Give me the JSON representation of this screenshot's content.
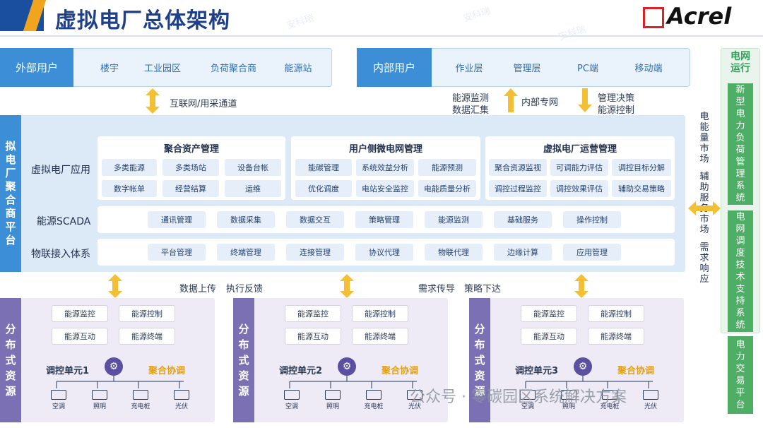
{
  "header": {
    "title": "虚拟电厂总体架构",
    "logo": "Acrel",
    "watermark": "安科瑞"
  },
  "external_users": {
    "label": "外部用户",
    "items": [
      "楼宇",
      "工业园区",
      "负荷聚合商",
      "能源站"
    ]
  },
  "internal_users": {
    "label": "内部用户",
    "items": [
      "作业层",
      "管理层",
      "PC端",
      "移动端"
    ]
  },
  "channels": {
    "internet": "互联网/用采通道",
    "monitor": "能源监测",
    "aggregate": "数据汇集",
    "private_net": "内部专网",
    "decision": "管理决策",
    "control": "能源控制"
  },
  "platform": {
    "title": "拟电厂聚合商平台",
    "app_label": "虚拟电厂应用",
    "cards": [
      {
        "title": "聚合资产管理",
        "chips": [
          "多类能源",
          "多类场站",
          "设备台帐",
          "数字帐单",
          "经营结算",
          "运维"
        ]
      },
      {
        "title": "用户侧微电网管理",
        "chips": [
          "能碳管理",
          "系统效益分析",
          "能源预测",
          "优化调度",
          "电站安全监控",
          "电能质量分析"
        ]
      },
      {
        "title": "虚拟电厂运营管理",
        "chips": [
          "聚合资源监视",
          "可调能力评估",
          "调控目标分解",
          "调控过程监控",
          "调控效果评估",
          "辅助交易策略"
        ]
      }
    ],
    "scada_label": "能源SCADA",
    "scada_items": [
      "通讯管理",
      "数据采集",
      "数据交互",
      "策略管理",
      "能源监测",
      "基础服务",
      "操作控制"
    ],
    "iot_label": "物联接入体系",
    "iot_items": [
      "平台管理",
      "终端管理",
      "连接管理",
      "协议代理",
      "物联代理",
      "边缘计算",
      "应用管理"
    ]
  },
  "markets": {
    "energy": "电能量市场",
    "aux": "辅助服务市场",
    "demand": "需求响应"
  },
  "grid": {
    "title": "电网运行",
    "boxes": [
      "新型电力负荷管理系统",
      "电网调度技术支持系统",
      "电力交易平台"
    ]
  },
  "flows": {
    "upload": "数据上传",
    "feedback": "执行反馈",
    "demand": "需求传导",
    "strategy": "策略下达"
  },
  "distributed": {
    "label": "分布式资源",
    "chips": [
      "能源监控",
      "能源控制",
      "能源互动",
      "能源终端"
    ],
    "aggregation": "聚合协调",
    "units": [
      "调控单元1",
      "调控单元2",
      "调控单元3"
    ],
    "devices": [
      "空调",
      "照明",
      "充电桩",
      "光伏"
    ]
  },
  "footer": "公众号 · 零碳园区系统解决方案"
}
